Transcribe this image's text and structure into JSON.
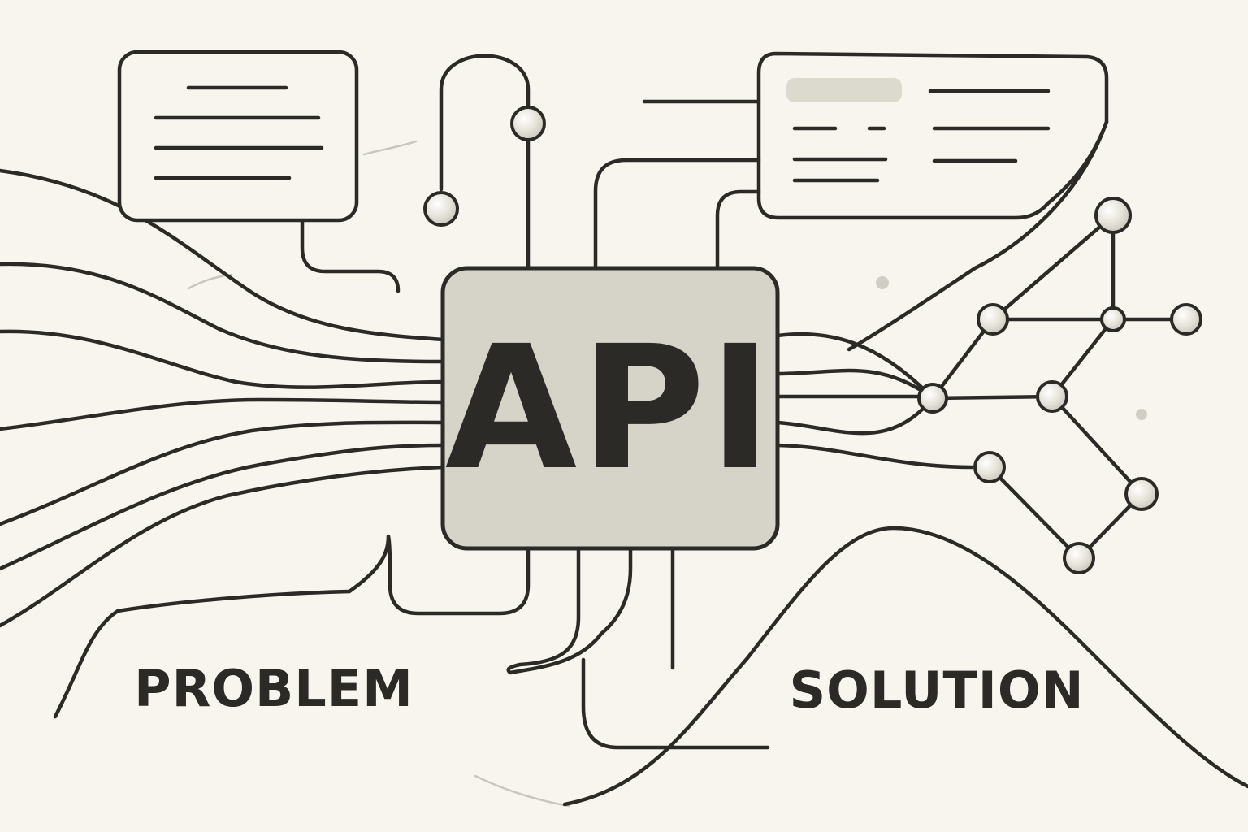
{
  "diagram": {
    "center_label": "API",
    "left_label": "PROBLEM",
    "right_label": "SOLUTION"
  },
  "colors": {
    "background": "#f8f5ee",
    "ink": "#2b2a27",
    "api_box_fill": "#d6d3c8",
    "node_fill": "#e4e1d8",
    "placeholder_fill": "#dcd9cf"
  },
  "icons": [
    "left-document-card",
    "right-document-card",
    "node-network",
    "chip-connector-lines"
  ]
}
